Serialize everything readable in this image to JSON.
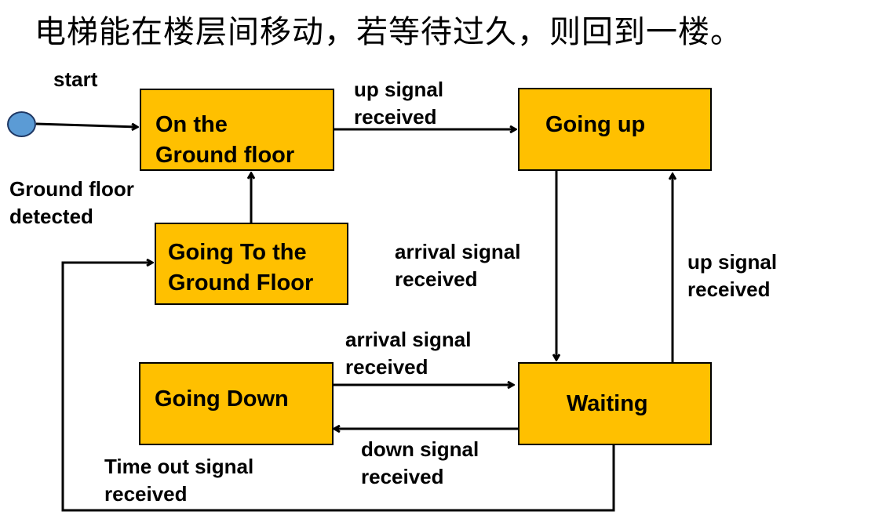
{
  "title": "电梯能在楼层间移动，若等待过久，则回到一楼。",
  "colors": {
    "state_fill": "#FFC000",
    "start_fill": "#5B9BD5",
    "stroke": "#000000"
  },
  "start": {
    "label": "start"
  },
  "states": {
    "ground": {
      "line1": "On the",
      "line2": "Ground floor"
    },
    "going_up": {
      "label": "Going up"
    },
    "going_ground": {
      "line1": "Going To the",
      "line2": "Ground Floor"
    },
    "going_down": {
      "label": "Going Down"
    },
    "waiting": {
      "label": "Waiting"
    }
  },
  "transitions": {
    "ground_to_up": {
      "line1": "up signal",
      "line2": "received"
    },
    "up_to_waiting": {
      "line1": "arrival signal",
      "line2": "received"
    },
    "waiting_to_up": {
      "line1": "up signal",
      "line2": "received"
    },
    "down_to_waiting": {
      "line1": "arrival signal",
      "line2": "received"
    },
    "waiting_to_down": {
      "line1": "down signal",
      "line2": "received"
    },
    "timeout": {
      "line1": "Time out signal",
      "line2": "received"
    },
    "ground_detected": {
      "line1": "Ground floor",
      "line2": "detected"
    }
  }
}
